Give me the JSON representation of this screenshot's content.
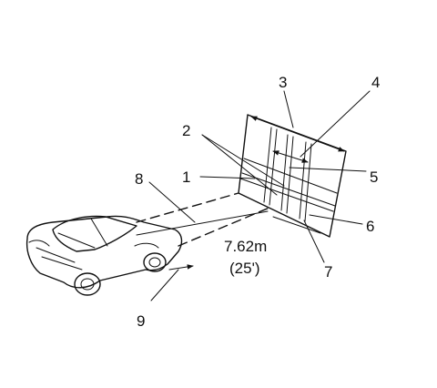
{
  "figure": {
    "distance_label": "7.62m",
    "distance_label_ft": "(25')",
    "callouts": {
      "c1": "1",
      "c2": "2",
      "c3": "3",
      "c4": "4",
      "c5": "5",
      "c6": "6",
      "c7": "7",
      "c8": "8",
      "c9": "9"
    }
  }
}
